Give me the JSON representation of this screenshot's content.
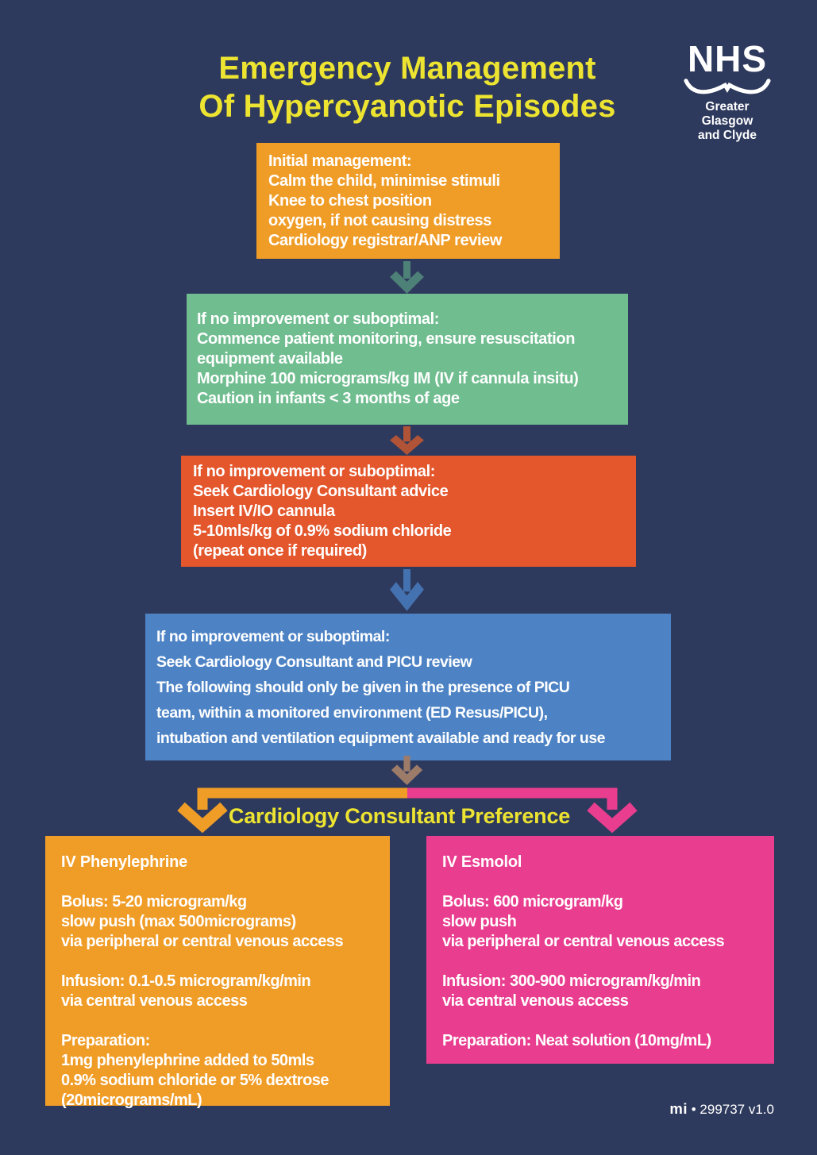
{
  "header": {
    "title_line1": "Emergency Management",
    "title_line2": "Of Hypercyanotic Episodes",
    "title_color": "#ede431",
    "logo": {
      "org": "NHS",
      "region_line1": "Greater Glasgow",
      "region_line2": "and Clyde"
    }
  },
  "flow": {
    "step1": {
      "text": "Initial management:\nCalm the child, minimise stimuli\nKnee to chest position\noxygen, if not causing distress\nCardiology registrar/ANP review",
      "color": "#f09d28"
    },
    "step2": {
      "text": "If no improvement or suboptimal:\nCommence patient monitoring, ensure resuscitation\nequipment available\nMorphine 100 micrograms/kg IM (IV if cannula insitu)\nCaution in infants < 3 months of age",
      "color": "#70bd90"
    },
    "step3": {
      "text": "If no improvement or suboptimal:\nSeek Cardiology Consultant advice\nInsert IV/IO cannula\n5-10mls/kg of 0.9% sodium chloride\n(repeat once if required)",
      "color": "#e4562c"
    },
    "step4": {
      "text": "If no improvement or suboptimal:\nSeek Cardiology Consultant and PICU review\nThe following should only be given in the presence of PICU\nteam, within a monitored environment (ED Resus/PICU),\nintubation and ventilation equipment available and ready for use",
      "color": "#4d83c5"
    },
    "arrow_colors": {
      "arrow1": "#4d8077",
      "arrow2": "#b05336",
      "arrow3": "#4472b0",
      "arrow4": "#9c7b69"
    }
  },
  "branch": {
    "label": "Cardiology Consultant Preference",
    "label_color": "#ede431",
    "left_color": "#f09d28",
    "right_color": "#e93d8f"
  },
  "options": {
    "left": {
      "title": "IV Phenylephrine",
      "body": "Bolus: 5-20 microgram/kg\nslow push (max 500micrograms)\nvia peripheral or central venous access\n\nInfusion: 0.1-0.5 microgram/kg/min\nvia central venous access\n\nPreparation:\n1mg phenylephrine added to 50mls\n0.9% sodium chloride or 5% dextrose\n(20micrograms/mL)",
      "color": "#f09d28"
    },
    "right": {
      "title": "IV Esmolol",
      "body": "Bolus: 600 microgram/kg\nslow push\nvia peripheral or central venous access\n\nInfusion: 300-900 microgram/kg/min\nvia central venous access\n\nPreparation: Neat solution (10mg/mL)",
      "color": "#e93d8f"
    }
  },
  "footer": {
    "publisher": "mi",
    "reference": "• 299737 v1.0"
  }
}
